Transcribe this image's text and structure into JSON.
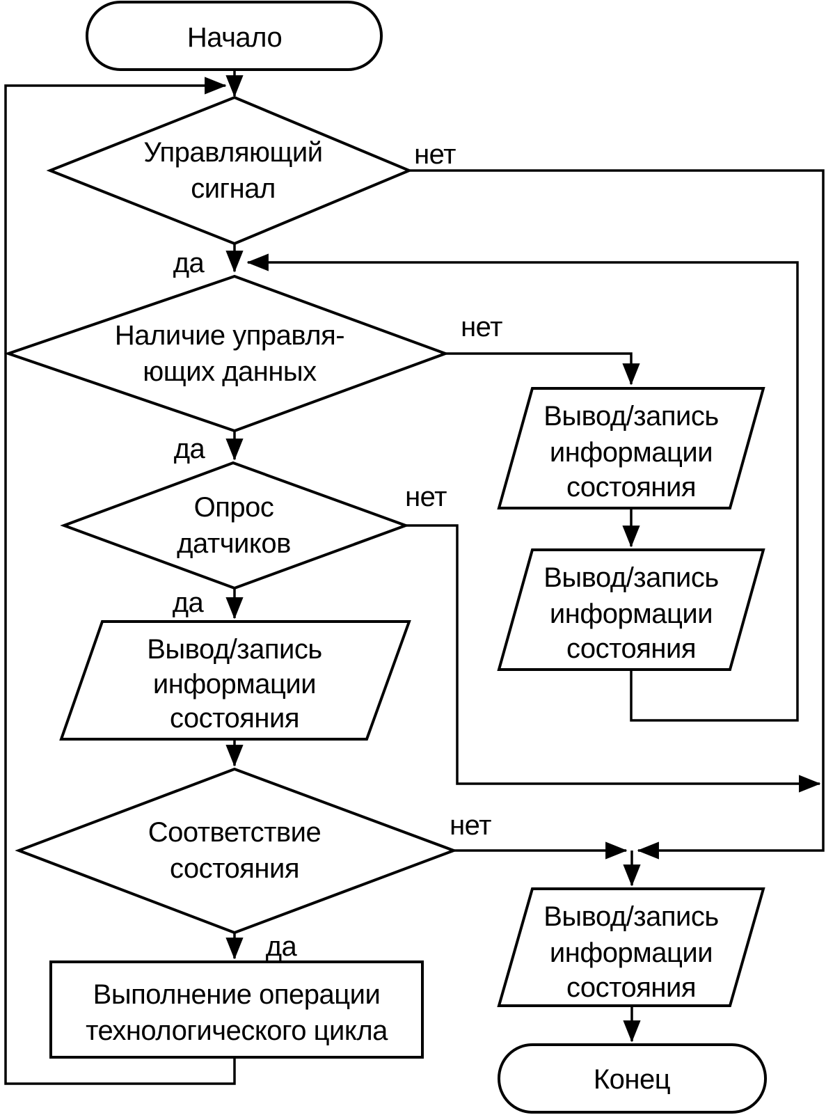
{
  "diagram": {
    "kind": "flowchart",
    "language": "ru",
    "colors": {
      "stroke": "#000000",
      "background": "#ffffff"
    }
  },
  "nodes": {
    "start": {
      "type": "terminator",
      "label": "Начало"
    },
    "control_signal": {
      "type": "decision",
      "lines": [
        "Управляющий",
        "сигнал"
      ]
    },
    "control_data": {
      "type": "decision",
      "lines": [
        "Наличие управля-",
        "ющих данных"
      ]
    },
    "sensor_poll": {
      "type": "decision",
      "lines": [
        "Опрос",
        "датчиков"
      ]
    },
    "write_state_left": {
      "type": "io",
      "lines": [
        "Вывод/запись",
        "информации",
        "состояния"
      ]
    },
    "state_match": {
      "type": "decision",
      "lines": [
        "Соответствие",
        "состояния"
      ]
    },
    "exec_operation": {
      "type": "process",
      "lines": [
        "Выполнение операции",
        "технологического цикла"
      ]
    },
    "write_state_right_1": {
      "type": "io",
      "lines": [
        "Вывод/запись",
        "информации",
        "состояния"
      ]
    },
    "write_state_right_2": {
      "type": "io",
      "lines": [
        "Вывод/запись",
        "информации",
        "состояния"
      ]
    },
    "write_state_bottom": {
      "type": "io",
      "lines": [
        "Вывод/запись",
        "информации",
        "состояния"
      ]
    },
    "end": {
      "type": "terminator",
      "label": "Конец"
    }
  },
  "branch_labels": {
    "control_signal_no": "нет",
    "control_signal_yes": "да",
    "control_data_no": "нет",
    "control_data_yes": "да",
    "sensor_poll_no": "нет",
    "sensor_poll_yes": "да",
    "state_match_no": "нет",
    "state_match_yes": "да"
  }
}
